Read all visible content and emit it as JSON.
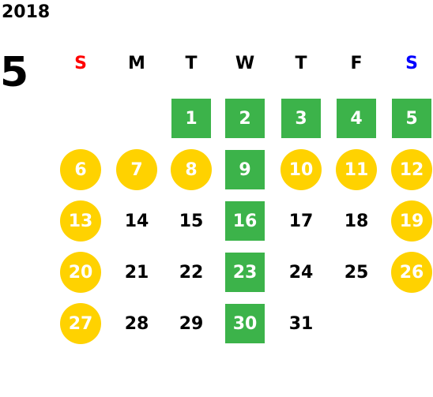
{
  "calendar": {
    "year": "2018",
    "month": "5",
    "weekdays": [
      "S",
      "M",
      "T",
      "W",
      "T",
      "F",
      "S"
    ],
    "colors": {
      "sunday_header": "#ff0000",
      "saturday_header": "#0000ff",
      "green_highlight": "#3cb34a",
      "yellow_highlight": "#ffd200"
    },
    "weeks": [
      [
        {
          "day": "",
          "style": "empty"
        },
        {
          "day": "",
          "style": "empty"
        },
        {
          "day": "",
          "style": "empty"
        },
        {
          "day": "1",
          "style": "green"
        },
        {
          "day": "2",
          "style": "green"
        },
        {
          "day": "3",
          "style": "green"
        },
        {
          "day": "4",
          "style": "green"
        },
        {
          "day": "5",
          "style": "green"
        }
      ],
      [
        {
          "day": "6",
          "style": "yellow"
        },
        {
          "day": "7",
          "style": "yellow"
        },
        {
          "day": "8",
          "style": "yellow"
        },
        {
          "day": "9",
          "style": "green"
        },
        {
          "day": "10",
          "style": "yellow"
        },
        {
          "day": "11",
          "style": "yellow"
        },
        {
          "day": "12",
          "style": "yellow"
        }
      ],
      [
        {
          "day": "13",
          "style": "yellow"
        },
        {
          "day": "14",
          "style": "plain"
        },
        {
          "day": "15",
          "style": "plain"
        },
        {
          "day": "16",
          "style": "green"
        },
        {
          "day": "17",
          "style": "plain"
        },
        {
          "day": "18",
          "style": "plain"
        },
        {
          "day": "19",
          "style": "yellow"
        }
      ],
      [
        {
          "day": "20",
          "style": "yellow"
        },
        {
          "day": "21",
          "style": "plain"
        },
        {
          "day": "22",
          "style": "plain"
        },
        {
          "day": "23",
          "style": "green"
        },
        {
          "day": "24",
          "style": "plain"
        },
        {
          "day": "25",
          "style": "plain"
        },
        {
          "day": "26",
          "style": "yellow"
        }
      ],
      [
        {
          "day": "27",
          "style": "yellow"
        },
        {
          "day": "28",
          "style": "plain"
        },
        {
          "day": "29",
          "style": "plain"
        },
        {
          "day": "30",
          "style": "green"
        },
        {
          "day": "31",
          "style": "plain"
        },
        {
          "day": "",
          "style": "empty"
        },
        {
          "day": "",
          "style": "empty"
        }
      ]
    ]
  }
}
